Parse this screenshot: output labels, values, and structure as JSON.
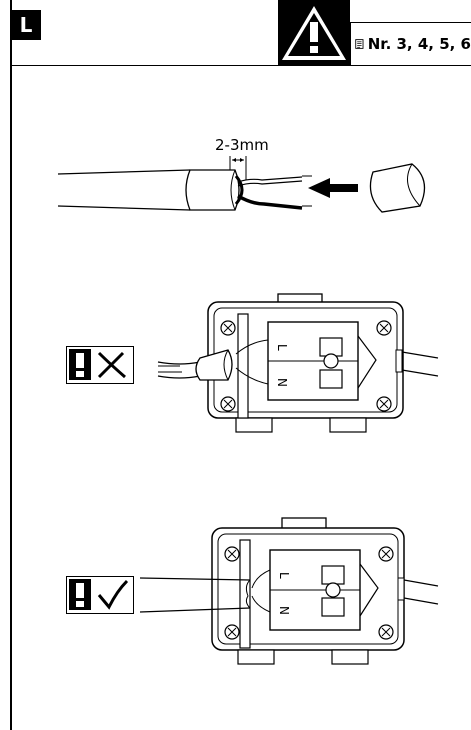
{
  "step_letter": "L",
  "reference": {
    "label": "Nr. 3, 4, 5, 6"
  },
  "strip_diagram": {
    "dimension_label": "2-3mm"
  },
  "terminal_labels": {
    "live": "L",
    "neutral": "N"
  },
  "icons": {
    "warning": "warning-triangle-icon",
    "document": "document-icon",
    "wrong": "cross-icon",
    "correct": "check-icon"
  },
  "colors": {
    "ink": "#000000",
    "background": "#ffffff"
  }
}
